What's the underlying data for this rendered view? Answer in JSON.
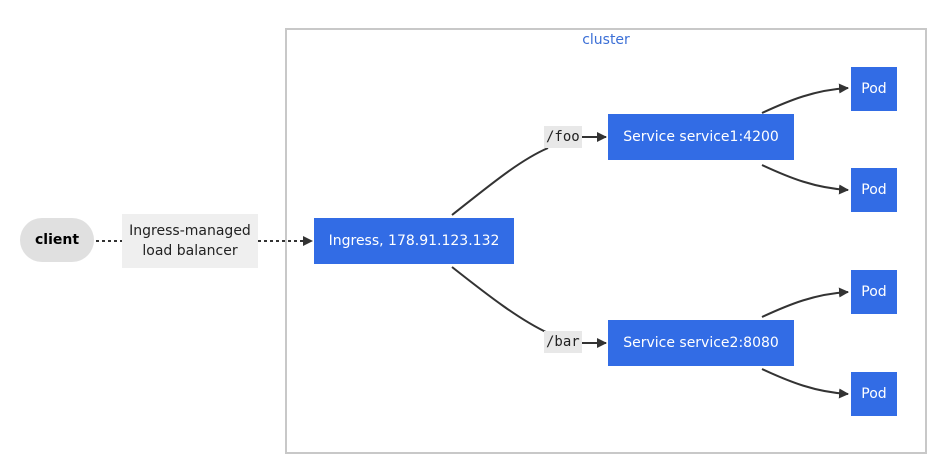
{
  "cluster": {
    "label": "cluster"
  },
  "client": {
    "label": "client"
  },
  "load_balancer": {
    "line1": "Ingress-managed",
    "line2": "load balancer"
  },
  "ingress": {
    "label": "Ingress, 178.91.123.132"
  },
  "routes": {
    "foo": "/foo",
    "bar": "/bar"
  },
  "services": {
    "service1": "Service service1:4200",
    "service2": "Service service2:8080"
  },
  "pods": [
    "Pod",
    "Pod",
    "Pod",
    "Pod"
  ],
  "colors": {
    "node_blue": "#326ce5",
    "cluster_border": "#c8c8c8",
    "cluster_label": "#3b6fd6",
    "client_fill": "#e0e0e0"
  }
}
